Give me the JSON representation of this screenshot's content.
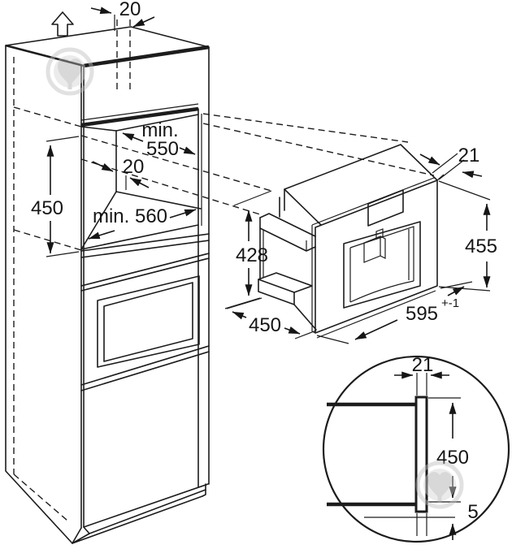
{
  "diagram": {
    "title": "built-in appliance installation dimensions",
    "cabinet": {
      "top_rear_gap": "20",
      "niche_width_line1": "min.",
      "niche_width_line2": "550",
      "rear_gap": "20",
      "niche_height": "450",
      "niche_depth": "min. 560"
    },
    "appliance": {
      "body_height": "428",
      "depth": "450",
      "panel_thickness": "21",
      "panel_height": "455",
      "panel_width": "595",
      "panel_width_tolerance": "+-1"
    },
    "detail_view": {
      "panel_thickness": "21",
      "panel_height": "450",
      "bottom_gap": "5"
    }
  }
}
